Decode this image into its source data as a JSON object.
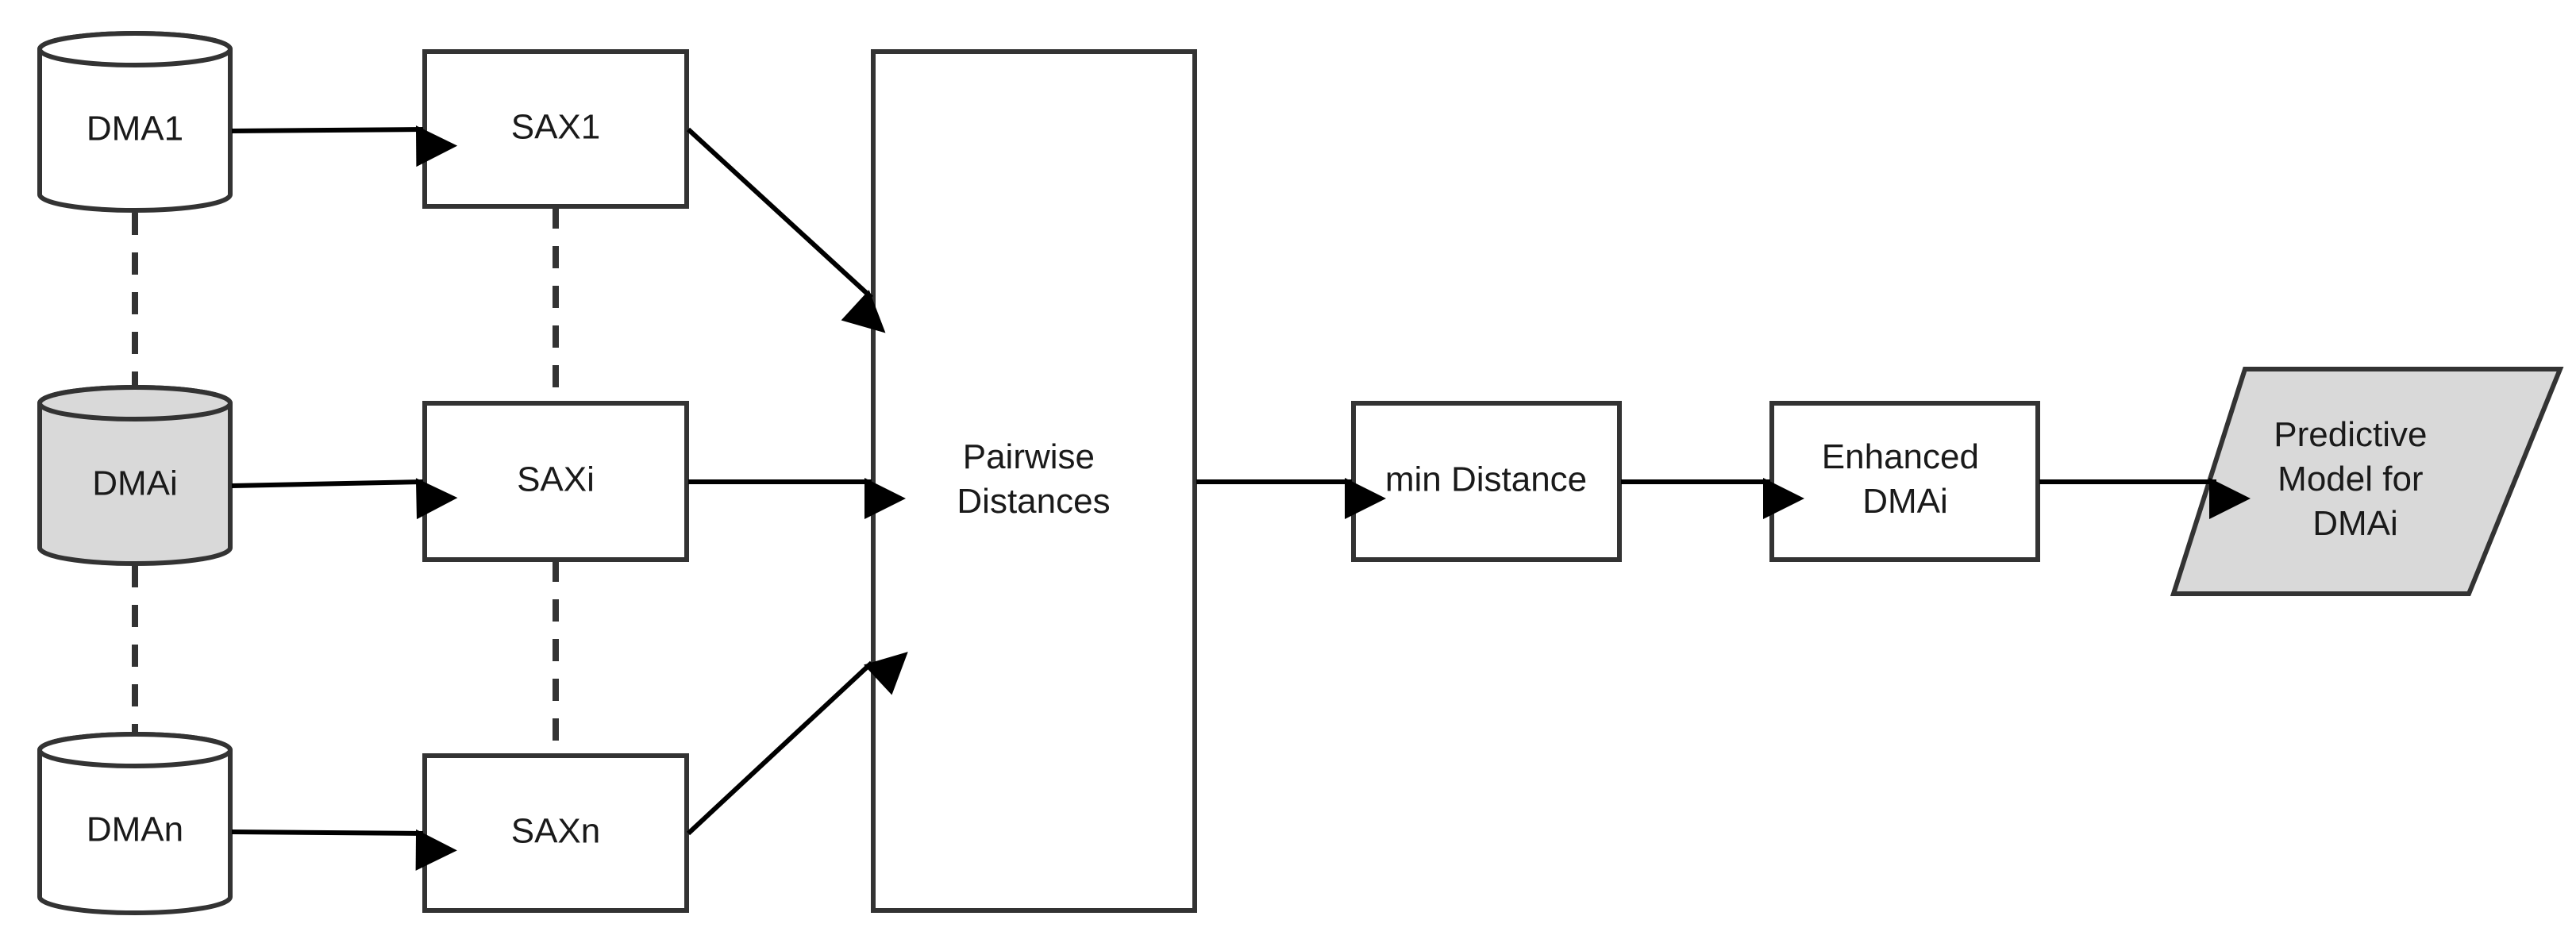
{
  "colors": {
    "stroke": "#333333",
    "arrow": "#000000",
    "highlight_fill": "#d9d9d9",
    "default_fill": "#ffffff"
  },
  "nodes": {
    "dma1": {
      "label": "DMA1",
      "shape": "cylinder"
    },
    "dmai": {
      "label": "DMAi",
      "shape": "cylinder",
      "highlighted": true
    },
    "dman": {
      "label": "DMAn",
      "shape": "cylinder"
    },
    "sax1": {
      "label": "SAX1",
      "shape": "rectangle"
    },
    "saxi": {
      "label": "SAXi",
      "shape": "rectangle"
    },
    "saxn": {
      "label": "SAXn",
      "shape": "rectangle"
    },
    "pairwise": {
      "label_lines": [
        "Pairwise",
        "Distances"
      ],
      "shape": "rectangle"
    },
    "min_distance": {
      "label": "min Distance",
      "shape": "rectangle"
    },
    "enhanced": {
      "label_lines": [
        "Enhanced",
        "DMAi"
      ],
      "shape": "rectangle"
    },
    "predictive": {
      "label_lines": [
        "Predictive",
        "Model for",
        "DMAi"
      ],
      "shape": "parallelogram",
      "highlighted": true
    }
  },
  "edges": [
    {
      "from": "dma1",
      "to": "sax1",
      "style": "arrow"
    },
    {
      "from": "dmai",
      "to": "saxi",
      "style": "arrow"
    },
    {
      "from": "dman",
      "to": "saxn",
      "style": "arrow"
    },
    {
      "from": "sax1",
      "to": "pairwise",
      "style": "arrow"
    },
    {
      "from": "saxi",
      "to": "pairwise",
      "style": "arrow"
    },
    {
      "from": "saxn",
      "to": "pairwise",
      "style": "arrow"
    },
    {
      "from": "pairwise",
      "to": "min_distance",
      "style": "arrow"
    },
    {
      "from": "min_distance",
      "to": "enhanced",
      "style": "arrow"
    },
    {
      "from": "enhanced",
      "to": "predictive",
      "style": "arrow"
    },
    {
      "from": "dma1",
      "to": "dmai",
      "style": "dashed"
    },
    {
      "from": "dmai",
      "to": "dman",
      "style": "dashed"
    },
    {
      "from": "sax1",
      "to": "saxi",
      "style": "dashed"
    },
    {
      "from": "saxi",
      "to": "saxn",
      "style": "dashed"
    }
  ]
}
